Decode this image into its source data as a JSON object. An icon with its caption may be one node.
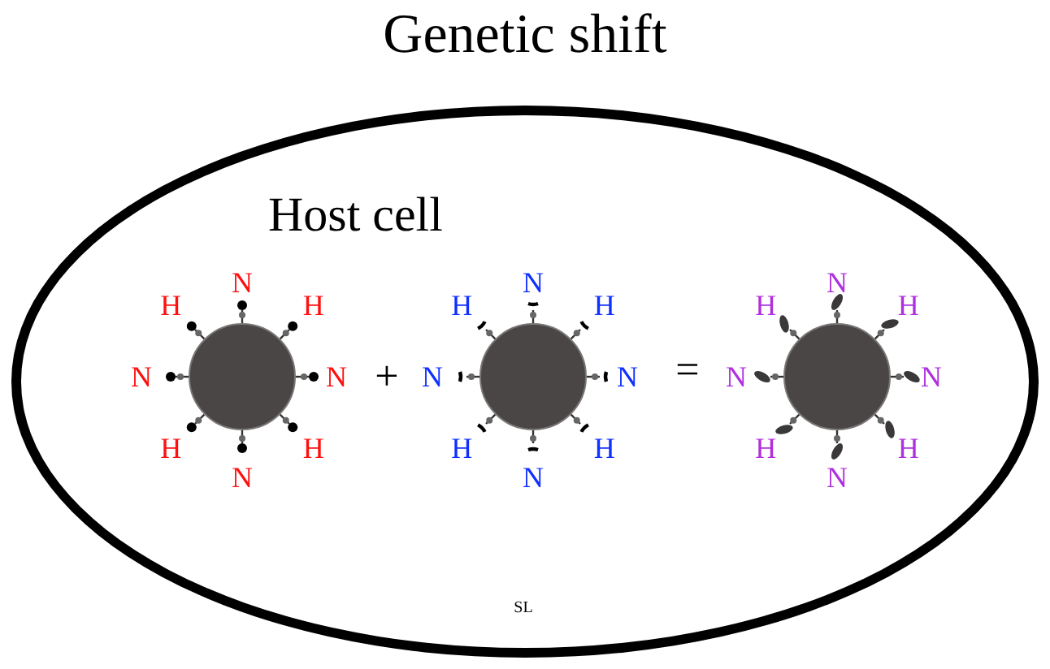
{
  "diagram": {
    "title": "Genetic shift",
    "nodes": [
      {
        "text": [
          "Host cell"
        ]
      },
      {
        "text": [],
        "shape": "circle",
        "in": 0,
        "beside": [
          "N",
          "H",
          "H",
          "N",
          "N",
          "H",
          "H",
          "N"
        ]
      },
      {
        "text": [],
        "shape": "circle",
        "in": 0,
        "beside": [
          "N",
          "H",
          "H",
          "N",
          "N",
          "H",
          "H",
          "N"
        ]
      },
      {
        "text": [],
        "shape": "circle",
        "in": 0,
        "beside": [
          "N",
          "H",
          "H",
          "N",
          "N",
          "H",
          "H",
          "N"
        ]
      }
    ],
    "labels": [
      "+",
      "=",
      "SL"
    ]
  }
}
